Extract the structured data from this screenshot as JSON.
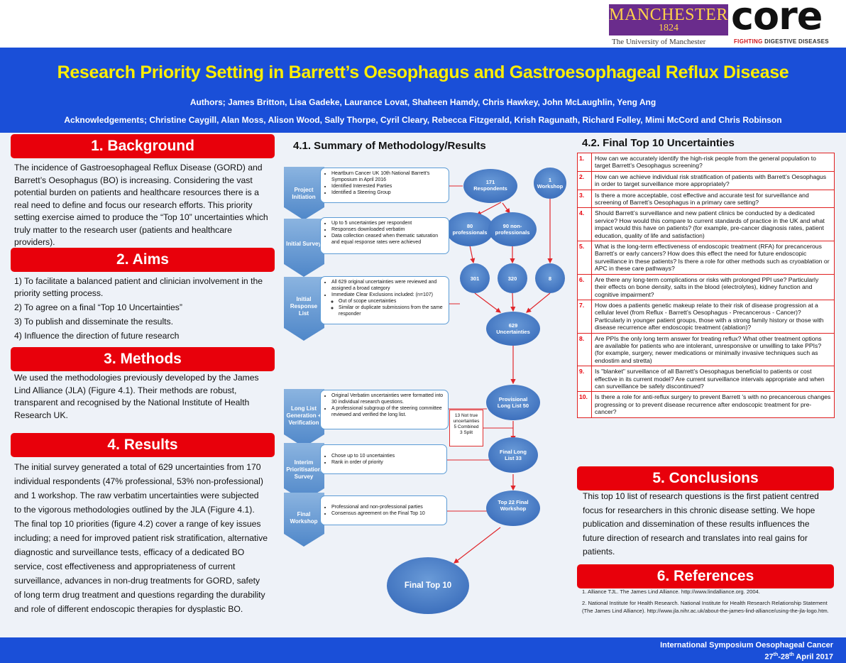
{
  "logo": {
    "manchester": "MANCHESTER",
    "year": "1824",
    "core": "core",
    "university": "The University of Manchester",
    "tag_red": "FIGHTING",
    "tag_rest": "DIGESTIVE DISEASES"
  },
  "header": {
    "title": "Research Priority Setting in Barrett’s Oesophagus and Gastroesophageal Reflux Disease",
    "authors": "Authors; James Britton, Lisa Gadeke, Laurance Lovat, Shaheen Hamdy, Chris Hawkey, John McLaughlin, Yeng Ang",
    "acknowledgements": "Acknowledgements; Christine Caygill, Alan Moss, Alison Wood, Sally Thorpe, Cyril Cleary, Rebecca Fitzgerald, Krish Ragunath, Richard Folley, Mimi McCord and Chris Robinson"
  },
  "background": {
    "heading": "1. Background",
    "text": "The incidence of Gastroesophageal Reflux Disease (GORD) and Barrett’s Oesophagus (BO) is increasing. Considering the vast potential burden on patients and healthcare resources there is a real need to define and focus our research efforts. This priority setting exercise aimed to produce the “Top 10” uncertainties which truly matter to the research user (patients and healthcare providers)."
  },
  "aims": {
    "heading": "2. Aims",
    "items": [
      "1) To facilitate a balanced patient and clinician involvement in the priority setting process.",
      "2) To agree on a final “Top 10 Uncertainties”",
      "3) To publish and disseminate the results.",
      "4) Influence the direction of future research"
    ]
  },
  "methods": {
    "heading": "3. Methods",
    "text": "We used the methodologies previously developed by the James Lind Alliance (JLA) (Figure 4.1). Their methods are robust, transparent and recognised by the National Institute of Health Research UK."
  },
  "results": {
    "heading": "4. Results",
    "text": "The initial survey generated a total of 629 uncertainties from 170 individual respondents (47% professional, 53% non-professional) and 1 workshop. The raw verbatim uncertainties were subjected to the vigorous methodologies outlined by the JLA (Figure 4.1). The final top 10 priorities (figure 4.2) cover a range of key issues including; a need for improved patient risk stratification, alternative diagnostic and surveillance tests, efficacy of a dedicated BO service, cost effectiveness and appropriateness of current surveillance, advances in non-drug treatments for GORD, safety of long term drug treatment and questions regarding the durability and role of different endoscopic therapies for dysplastic BO."
  },
  "methodology": {
    "title": "4.1. Summary of Methodology/Results",
    "steps": [
      {
        "label": "Project Initiation",
        "bullets": [
          "Heartburn Cancer UK 10th National Barrett’s Symposium in April 2016",
          "Identified Interested Parties",
          "Identified a Steering Group"
        ]
      },
      {
        "label": "Initial Survey",
        "bullets": [
          "Up to 5 uncertainties per respondent",
          "Responses downloaded verbatim",
          "Data collection ceased when thematic saturation and equal response rates were achieved"
        ]
      },
      {
        "label": "Initial Response List",
        "bullets": [
          "All 629 original uncertainties were reviewed and assigned a broad category",
          "Immediate Clear Exclusions included: (n=107)"
        ],
        "sub_bullets": [
          "Out of scope uncertainties",
          "Similar or duplicate submissions from the same responder"
        ]
      },
      {
        "label": "Long List Generation + Verification",
        "bullets": [
          "Original Verbatim uncertainties were formatted into 30 individual research questions.",
          "A professional subgroup of the steering committee reviewed and verified the long list."
        ]
      },
      {
        "label": "Interim Prioritisation Survey",
        "bullets": [
          "Chose up to 10 uncertainties",
          "Rank in order of priority"
        ]
      },
      {
        "label": "Final Workshop",
        "bullets": [
          "Professional and non-professional parties",
          "Consensus agreement on the Final Top 10"
        ]
      }
    ],
    "bubbles": {
      "respondents": "171 Respondents",
      "workshop": "1 Workshop",
      "professionals": "80 professionals",
      "non_professionals": "90 non-professionals",
      "n301": "301",
      "n320": "320",
      "n8": "8",
      "uncertainties": "629 Uncertainties",
      "provisional": "Provisional Long List 50",
      "final_long": "Final Long List 33",
      "top22": "Top 22 Final Workshop",
      "final_top10": "Final Top 10"
    },
    "side_note": [
      "13 Not true uncertainties",
      "5 Combined",
      "3 Split"
    ]
  },
  "top10": {
    "title": "4.2. Final Top 10 Uncertainties",
    "items": [
      {
        "num": "1.",
        "text": "How can we accurately identify the high-risk people from the general population to target Barrett’s Oesophagus screening?"
      },
      {
        "num": "2.",
        "text": "How can we achieve individual risk stratification of patients with Barrett’s Oesophagus in order to target surveillance more appropriately?"
      },
      {
        "num": "3.",
        "text": "Is there a more acceptable, cost effective and accurate test for surveillance and screening of Barrett’s Oesophagus in a primary care setting?"
      },
      {
        "num": "4.",
        "text": "Should Barrett’s surveillance and new patient clinics be conducted by a dedicated service? How would this compare to current standards of practice in the UK and what impact would this have on patients? (for example, pre-cancer diagnosis rates, patient education, quality of life and satisfaction)"
      },
      {
        "num": "5.",
        "text": "What is the long-term effectiveness of endoscopic treatment (RFA) for precancerous Barrett’s or early cancers? How does this effect the need for future endoscopic surveillance in these patients? Is there a role for other methods such as cryoablation or APC in these care pathways?"
      },
      {
        "num": "6.",
        "text": "Are there any long-term complications or risks with prolonged PPI use? Particularly their effects on bone density, salts in the blood (electrolytes), kidney function and cognitive impairment?"
      },
      {
        "num": "7.",
        "text": "How does a patients genetic makeup relate to their risk of disease progression at a cellular level (from Reflux - Barrett’s Oesophagus - Precancerous - Cancer)? Particularly in younger patient groups, those with a strong family history or those with disease recurrence after endoscopic treatment (ablation)?"
      },
      {
        "num": "8.",
        "text": "Are PPIs the only long term answer for treating reflux? What other treatment options are available for patients who are intolerant, unresponsive or unwilling to take PPIs? (for example, surgery, newer medications or minimally invasive techniques such as endostim and stretta)"
      },
      {
        "num": "9.",
        "text": "Is \"blanket\" surveillance of all Barrett’s Oesophagus beneficial to patients or cost effective in its current model? Are current surveillance intervals appropriate and when can surveillance be safely discontinued?"
      },
      {
        "num": "10.",
        "text": "Is there a role for anti-reflux surgery to prevent Barrett ’s with no precancerous changes progressing or to prevent disease recurrence after endoscopic treatment for pre-cancer?"
      }
    ]
  },
  "conclusions": {
    "heading": "5. Conclusions",
    "text": "This top 10 list of research questions is the first patient centred focus for researchers in this chronic disease setting. We hope publication and dissemination of these results influences the future direction of research and translates into real gains for patients."
  },
  "references": {
    "heading": "6. References",
    "items": [
      "1. Alliance TJL. The James Lind Alliance. http://www.lindalliance.org. 2004.",
      "2. National Institute for Health Research. National Institute for Health Research Relationship Statement (The James Lind Alliance). http://www.jla.nihr.ac.uk/about-the-james-lind-alliance/using-the-jla-logo.htm."
    ]
  },
  "footer": {
    "line1": "International Symposium Oesophageal Cancer",
    "date_start": "27",
    "date_mid": "-28",
    "date_end": "April 2017"
  }
}
